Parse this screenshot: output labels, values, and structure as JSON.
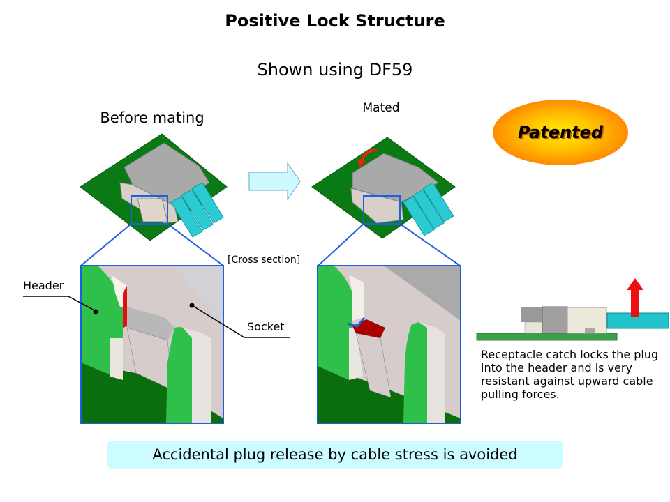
{
  "slide": {
    "title": "Positive Lock Structure",
    "subtitle": "Shown using DF59"
  },
  "views": {
    "before_label": "Before mating",
    "mated_label": "Mated",
    "cross_section_label": "[Cross section]"
  },
  "callouts": {
    "header": "Header",
    "socket": "Socket"
  },
  "badge": {
    "label": "Patented"
  },
  "side_view": {
    "description": "Receptacle catch locks the plug into the header and is very resistant against upward cable pulling forces."
  },
  "banner": {
    "text": "Accidental plug release by cable stress is avoided"
  },
  "colors": {
    "pcb": "#0a7a14",
    "header_green": "#2ec04a",
    "housing_gray": "#a8a8a8",
    "cable_cyan": "#22c8d0",
    "detail_box_blue": "#1e5fe0",
    "lock_red": "#e01010",
    "banner_bg": "#ccfcff"
  }
}
